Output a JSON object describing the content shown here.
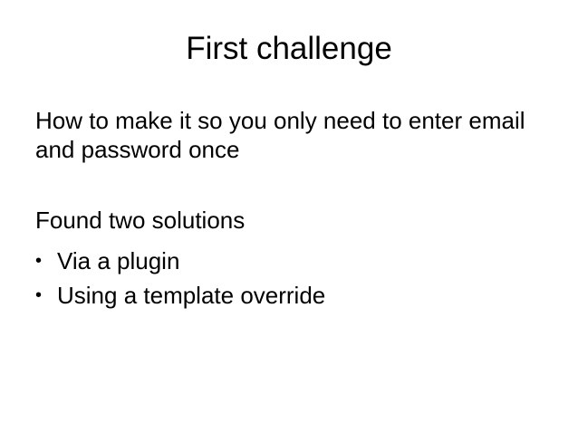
{
  "slide": {
    "background_color": "#ffffff",
    "text_color": "#000000",
    "title": "First challenge",
    "body": {
      "intro_line1": "How to make it so you only need to enter email",
      "intro_line2": "and password once",
      "subheading": "Found two solutions",
      "bullet_char": "•",
      "bullets": [
        "Via a plugin",
        "Using a template override"
      ]
    }
  }
}
